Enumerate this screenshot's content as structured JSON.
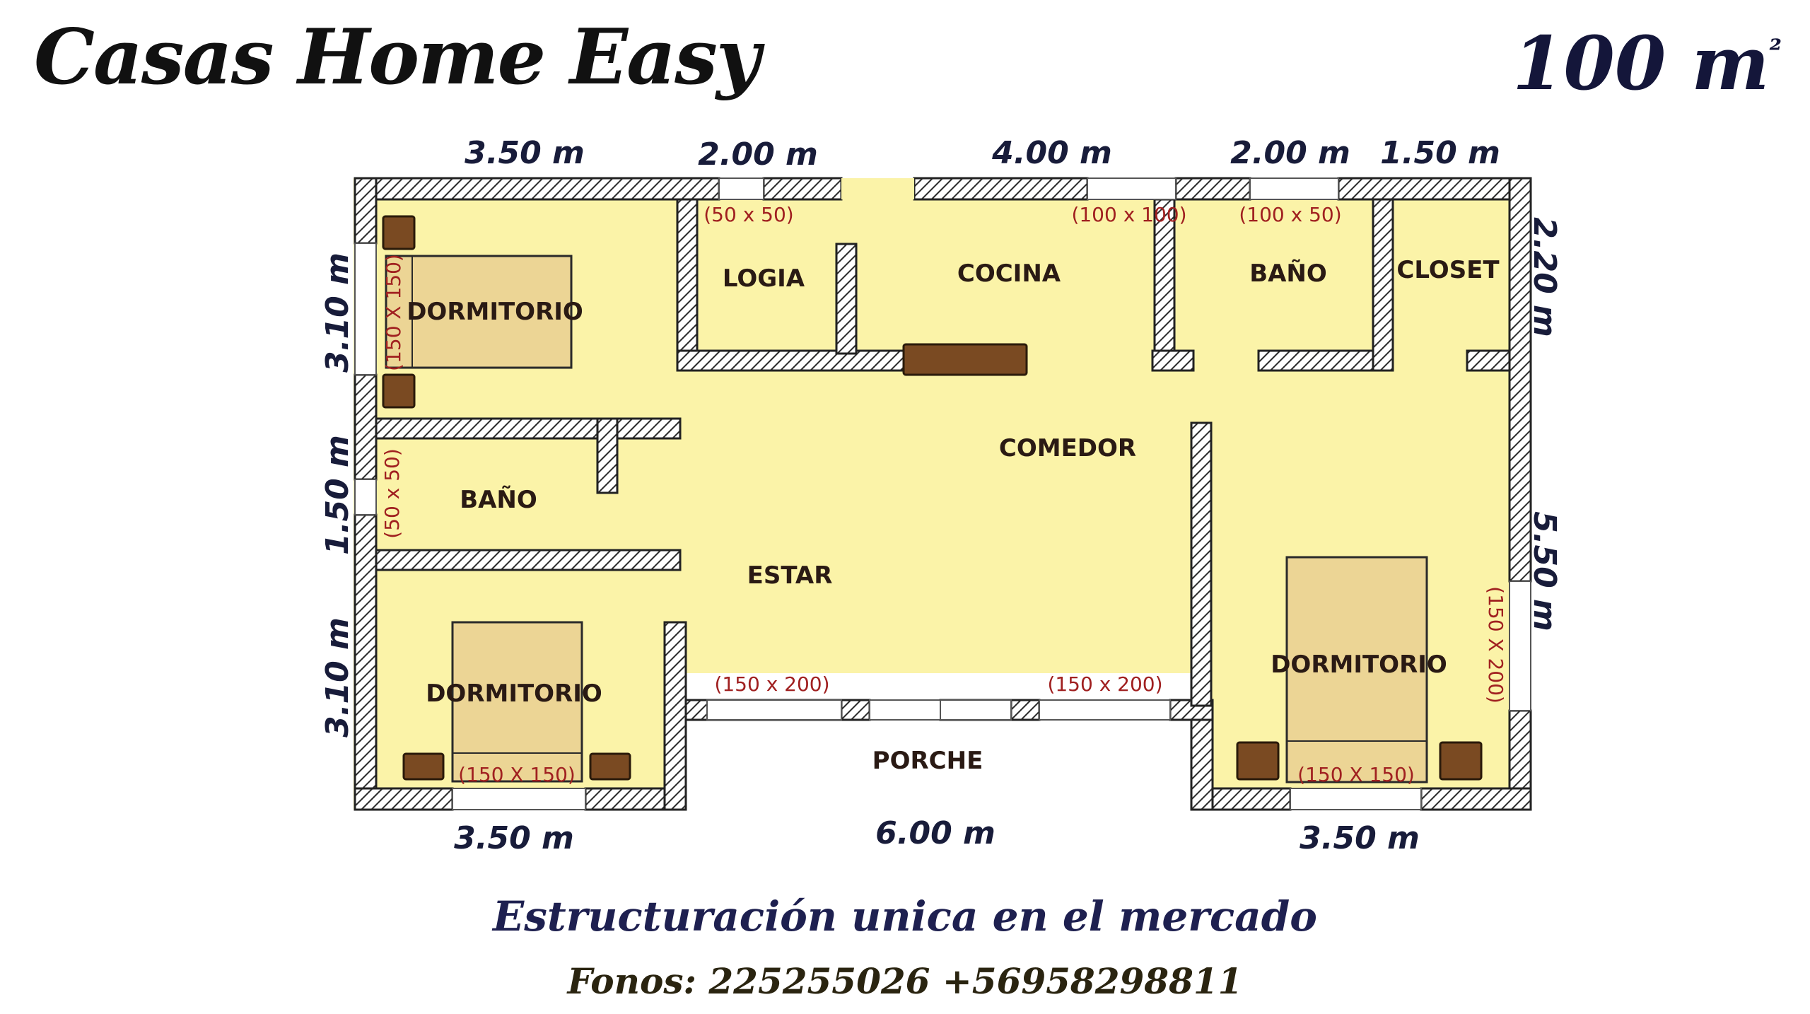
{
  "header": {
    "brand": "Casas Home Easy",
    "area_value": "100 m",
    "area_unit_sup": "²"
  },
  "footer": {
    "tagline": "Estructuración unica en el mercado",
    "phones": "Fonos: 225255026 +56958298811"
  },
  "plan": {
    "dims_top": [
      "3.50 m",
      "2.00 m",
      "4.00 m",
      "2.00 m",
      "1.50 m"
    ],
    "dims_bottom": [
      "3.50 m",
      "6.00 m",
      "3.50 m"
    ],
    "dims_left": [
      "3.10 m",
      "1.50 m",
      "3.10 m"
    ],
    "dims_right": [
      "2.20 m",
      "5.50 m"
    ],
    "rooms": {
      "dormitorio_nw": "DORMITORIO",
      "logia": "LOGIA",
      "cocina": "COCINA",
      "bano_ne": "BAÑO",
      "closet": "CLOSET",
      "comedor": "COMEDOR",
      "bano_w": "BAÑO",
      "estar": "ESTAR",
      "dormitorio_sw": "DORMITORIO",
      "dormitorio_se": "DORMITORIO",
      "porche": "PORCHE"
    },
    "windows": {
      "logia": "(50 x 50)",
      "cocina": "(100 x 100)",
      "bano_ne": "(100 x 50)",
      "dormitorio_nw": "(150 X 150)",
      "bano_w": "(50 x 50)",
      "estar": "(150 x 200)",
      "comedor": "(150 x 200)",
      "dormitorio_sw": "(150 X 150)",
      "dormitorio_se": "(150 X 150)",
      "dormitorio_se_side": "(150 X 200)"
    }
  },
  "colors": {
    "floor": "#fbf3a8",
    "wall_hatch": "#2b2b2b",
    "bed": "#ecd595",
    "furniture": "#7a4a22",
    "window_label": "#a02020"
  }
}
